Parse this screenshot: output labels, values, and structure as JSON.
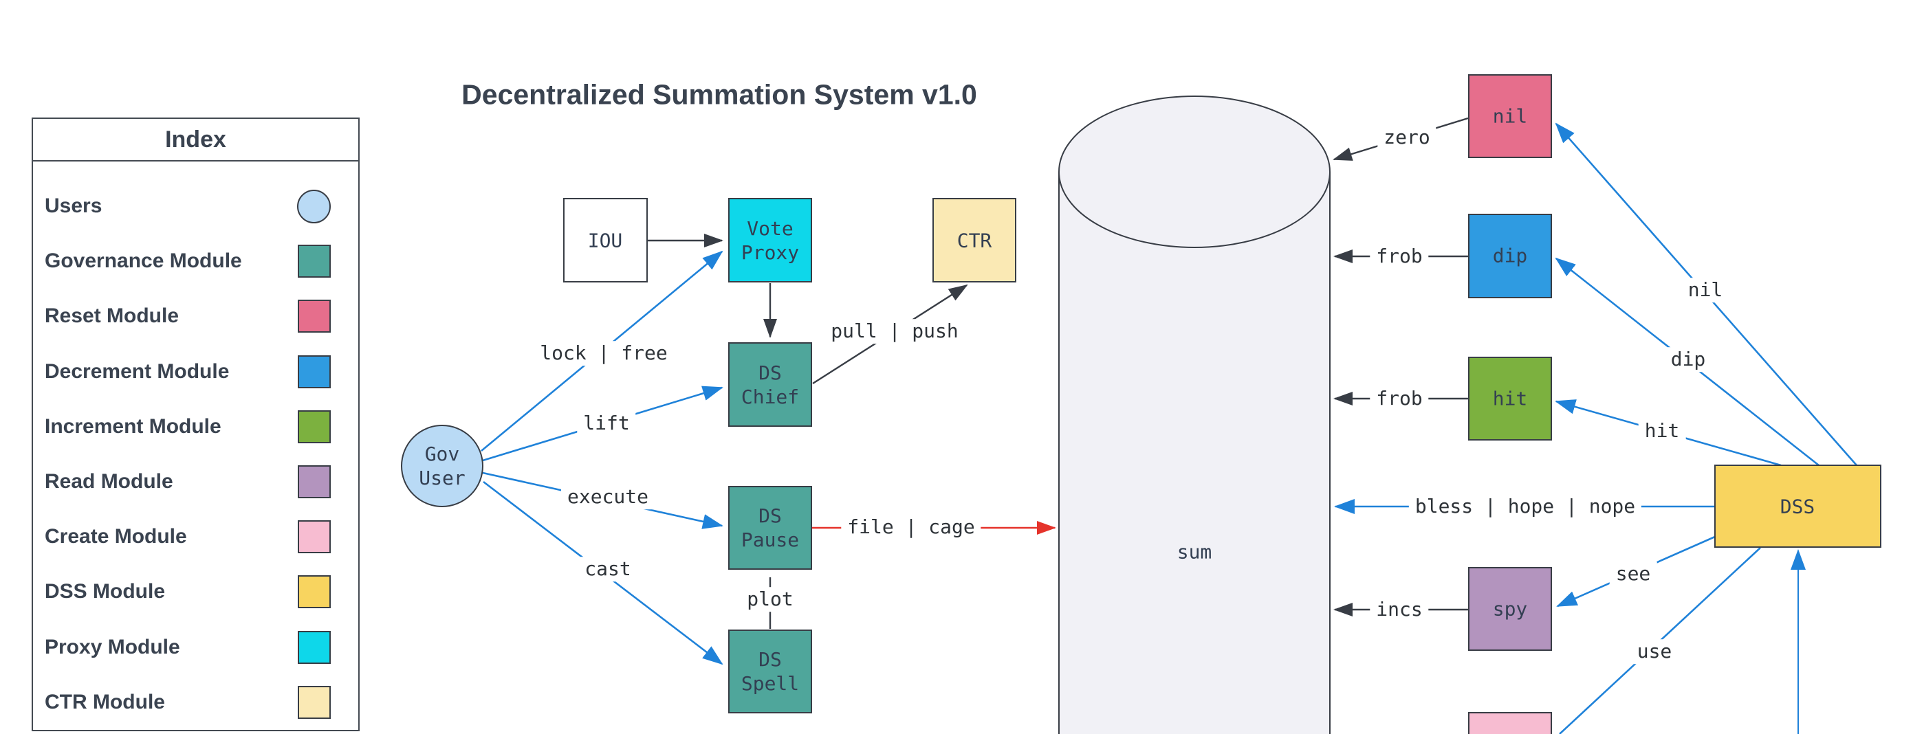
{
  "title": "Decentralized Summation System v1.0",
  "legend": {
    "header": "Index",
    "items": [
      {
        "label": "Users",
        "color": "#b9daf5",
        "shape": "circle"
      },
      {
        "label": "Governance Module",
        "color": "#4fa69b",
        "shape": "square"
      },
      {
        "label": "Reset Module",
        "color": "#e66e8c",
        "shape": "square"
      },
      {
        "label": "Decrement Module",
        "color": "#2f9be1",
        "shape": "square"
      },
      {
        "label": "Increment Module",
        "color": "#7cb13f",
        "shape": "square"
      },
      {
        "label": "Read Module",
        "color": "#b394be",
        "shape": "square"
      },
      {
        "label": "Create Module",
        "color": "#f7bcd1",
        "shape": "square"
      },
      {
        "label": "DSS Module",
        "color": "#f8d45f",
        "shape": "square"
      },
      {
        "label": "Proxy Module",
        "color": "#0ed7ea",
        "shape": "square"
      },
      {
        "label": "CTR Module",
        "color": "#fae9b4",
        "shape": "square"
      }
    ]
  },
  "nodes": {
    "gov_user": {
      "label": "Gov\nUser",
      "color": "#b9daf5"
    },
    "iou": {
      "label": "IOU",
      "color": "#ffffff"
    },
    "vote_proxy": {
      "label": "Vote\nProxy",
      "color": "#0ed7ea"
    },
    "ctr": {
      "label": "CTR",
      "color": "#fae9b4"
    },
    "ds_chief": {
      "label": "DS\nChief",
      "color": "#4fa69b"
    },
    "ds_pause": {
      "label": "DS\nPause",
      "color": "#4fa69b"
    },
    "ds_spell": {
      "label": "DS\nSpell",
      "color": "#4fa69b"
    },
    "sum": {
      "label": "sum",
      "color": "#f1f1f6"
    },
    "nil": {
      "label": "nil",
      "color": "#e66e8c"
    },
    "dip": {
      "label": "dip",
      "color": "#2f9be1"
    },
    "hit": {
      "label": "hit",
      "color": "#7cb13f"
    },
    "spy": {
      "label": "spy",
      "color": "#b394be"
    },
    "create_box": {
      "color": "#f7bcd1"
    },
    "dss": {
      "label": "DSS",
      "color": "#f8d45f"
    }
  },
  "edges": {
    "lock_free": "lock | free",
    "lift": "lift",
    "execute": "execute",
    "cast": "cast",
    "pull_push": "pull | push",
    "file_cage": "file | cage",
    "plot": "plot",
    "zero": "zero",
    "frob_dip": "frob",
    "frob_hit": "frob",
    "bless_hope_nope": "bless | hope | nope",
    "incs": "incs",
    "nil": "nil",
    "dip": "dip",
    "hit": "hit",
    "see": "see",
    "use": "use"
  },
  "colors": {
    "edge_dark": "#383d45",
    "edge_blue": "#1f82d9",
    "edge_red": "#e5332b",
    "node_border": "#383d45",
    "cylinder_fill": "#f1f1f6",
    "background": "#ffffff",
    "text": "#333f52"
  }
}
